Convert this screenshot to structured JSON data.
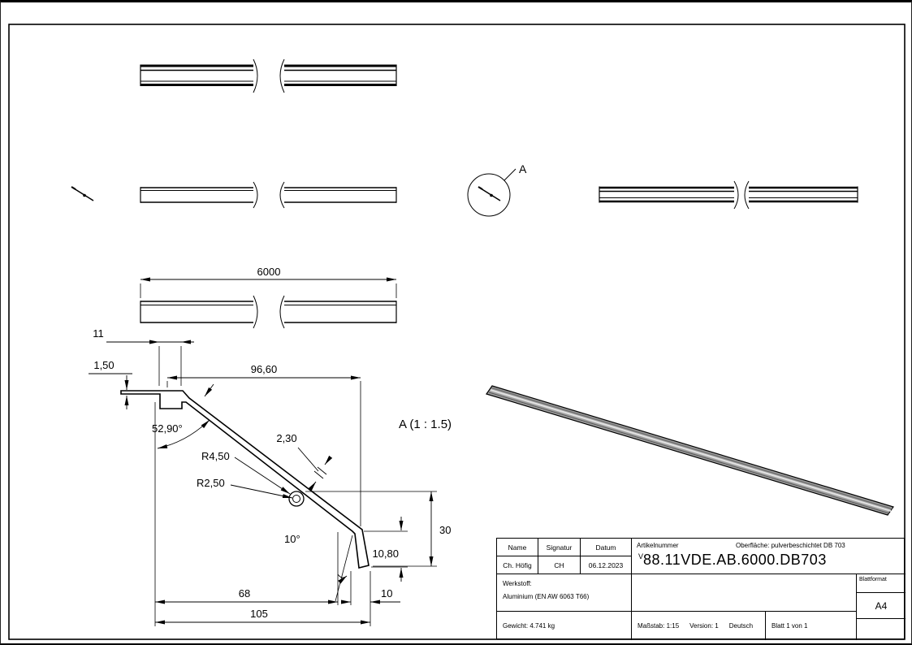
{
  "colors": {
    "line": "#000000",
    "iso_fill": "#a0a0a0"
  },
  "views": {
    "detail_circle_label": "A",
    "detail_title": "A (1 : 1.5)"
  },
  "dims": {
    "length": "6000",
    "hook_width": "11",
    "lip_thickness": "1,50",
    "top_width": "96,60",
    "slope_angle": "52,90°",
    "material_thickness": "2,30",
    "radius_outer": "R4,50",
    "radius_inner": "R2,50",
    "foot_angle": "10°",
    "foot_height": "10,80",
    "height": "30",
    "width_partial": "68",
    "width_total": "105",
    "foot_width": "10"
  },
  "title_block": {
    "headers": {
      "name": "Name",
      "signature": "Signatur",
      "date": "Datum",
      "article": "Artikelnummer",
      "surface": "Oberfläche:  pulverbeschichtet DB 703"
    },
    "values": {
      "name": "Ch. Höfig",
      "signature": "CH",
      "date": "06.12.2023"
    },
    "part_number_prefix": "V",
    "part_number": "88.11VDE.AB.6000.DB703",
    "material_label": "Werkstoff:",
    "material": "Aluminium (EN AW 6063 T66)",
    "sheet_format_label": "Blattformat",
    "sheet_format": "A4",
    "weight": "Gewicht: 4.741 kg",
    "scale": "Maßstab: 1:15",
    "version": "Version: 1",
    "language": "Deutsch",
    "sheet": "Blatt 1 von 1"
  }
}
